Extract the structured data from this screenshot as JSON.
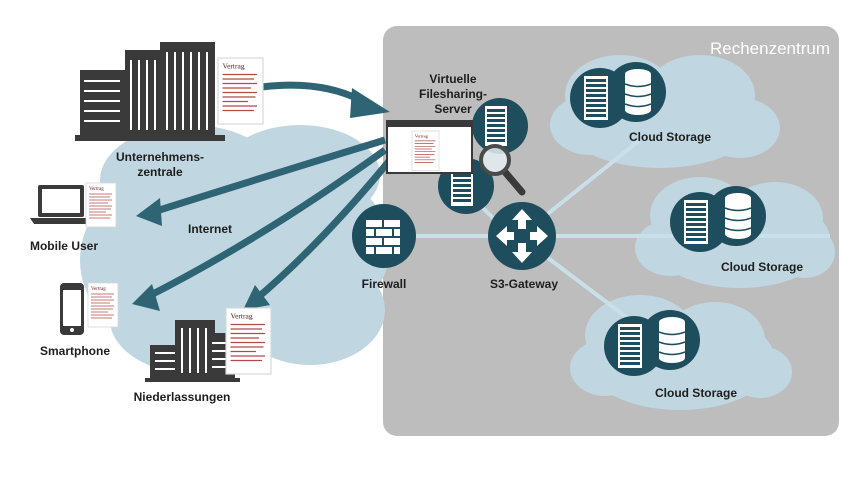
{
  "datacenter": {
    "title": "Rechenzentrum"
  },
  "labels": {
    "headquarters": [
      "Unternehmens-",
      "zentrale"
    ],
    "mobile_user": "Mobile User",
    "internet": "Internet",
    "smartphone": "Smartphone",
    "branches": "Niederlassungen",
    "virtual_server": [
      "Virtuelle",
      "Filesharing-",
      "Server"
    ],
    "firewall": "Firewall",
    "s3_gateway": "S3-Gateway",
    "cloud_storage": "Cloud Storage"
  },
  "document": {
    "title": "Vertrag"
  },
  "colors": {
    "dark_teal": "#1e4d5e",
    "arrow_teal": "#2e6474",
    "cloud": "#c0d6e0",
    "datacenter_bg": "#bdbdbd",
    "building": "#3a3a3a",
    "connector": "#c9e0ea"
  }
}
